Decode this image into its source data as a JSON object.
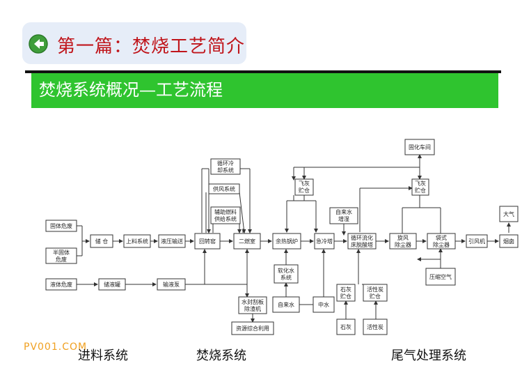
{
  "header": {
    "title": "第一篇：焚烧工艺简介"
  },
  "banner": {
    "title": "焚烧系统概况—工艺流程"
  },
  "diagram": {
    "nodes": {
      "guhua_chejian": "固化车间",
      "feihui_top": [
        "飞灰",
        "贮仓"
      ],
      "feihui_left": [
        "飞灰",
        "贮仓"
      ],
      "xunhuan_leng": [
        "循环冷",
        "却系统"
      ],
      "gongfeng": "供风系统",
      "fuzhu_ranliao": [
        "辅助燃料",
        "供给系统"
      ],
      "zilaishui_zengshi": [
        "自来水",
        "增湿"
      ],
      "daqi": "大气",
      "guti_weifei": "固体危废",
      "bangu_weifei": [
        "半固体",
        "危废"
      ],
      "chucang": "储 仓",
      "shangliao": "上料系统",
      "yeya_shusong": "液压输送",
      "huizhuanyao": "回转窑",
      "erranshi": "二燃室",
      "yure_guolu": "余热锅炉",
      "jilengta": "急冷塔",
      "xunhuan_liuhua": [
        "循环流化",
        "床脱酸塔"
      ],
      "xuanfeng": [
        "旋风",
        "除尘器"
      ],
      "daishi": [
        "袋式",
        "除尘器"
      ],
      "yinfengji": "引风机",
      "yancong": "烟囱",
      "yasuo_kongqi": "压缩空气",
      "ruanhuashui": [
        "软化水",
        "系统"
      ],
      "zilaishui": "自来水",
      "zhongshui": "中水",
      "shihui_zhucang": [
        "石灰",
        "贮仓"
      ],
      "huoxingtan_zhucang": [
        "活性炭",
        "贮仓"
      ],
      "shihui": "石灰",
      "huoxingtan": "活性炭",
      "yeti_weifei": "液体危废",
      "chuyeguan": "储液罐",
      "shuyebeng": "输液泵",
      "shuifeng_guaban": [
        "水封刮板",
        "除渣机"
      ],
      "ziyuan_zonghe": "资源综合利用"
    },
    "sections": [
      "进料系统",
      "焚烧系统",
      "尾气处理系统"
    ]
  },
  "watermark": "PV001.COM",
  "colors": {
    "header_red": "#c0151b",
    "banner_green": "#2fc42f",
    "header_band": "#e6edf8",
    "watermark": "#f0a020"
  }
}
